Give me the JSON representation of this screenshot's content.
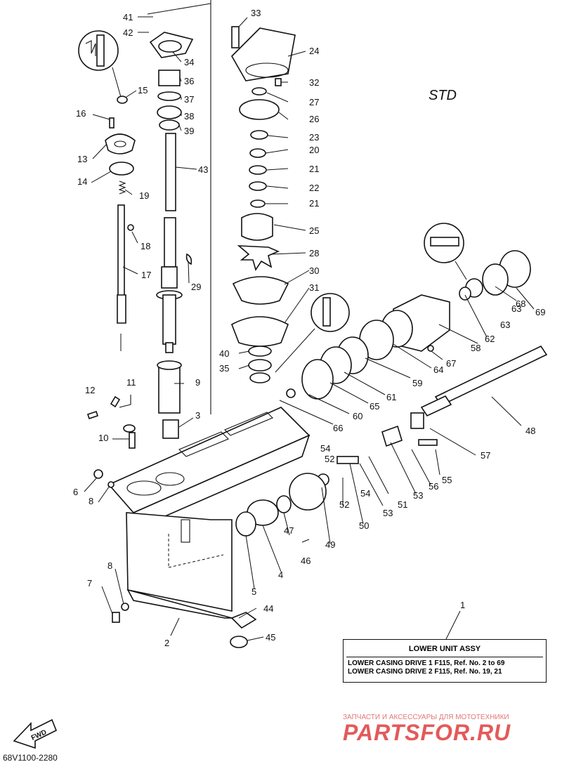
{
  "diagram": {
    "variant_label": "STD",
    "diagram_code": "68V1100-2280",
    "fwd_label": "FWD",
    "callouts": [
      "1",
      "2",
      "3",
      "4",
      "5",
      "6",
      "7",
      "8",
      "8",
      "9",
      "10",
      "11",
      "12",
      "13",
      "14",
      "15",
      "16",
      "17",
      "18",
      "19",
      "20",
      "21",
      "21",
      "22",
      "23",
      "24",
      "25",
      "26",
      "27",
      "28",
      "29",
      "30",
      "31",
      "32",
      "33",
      "34",
      "35",
      "36",
      "37",
      "38",
      "39",
      "40",
      "41",
      "42",
      "43",
      "44",
      "45",
      "46",
      "47",
      "48",
      "49",
      "50",
      "51",
      "52",
      "52",
      "53",
      "53",
      "54",
      "54",
      "55",
      "56",
      "57",
      "58",
      "59",
      "60",
      "61",
      "62",
      "63",
      "63",
      "64",
      "65",
      "66",
      "67",
      "68",
      "69"
    ]
  },
  "info_box": {
    "title": "LOWER UNIT ASSY",
    "rows": [
      "LOWER CASING DRIVE 1 F115, Ref. No. 2 to 69",
      "LOWER CASING DRIVE 2 F115, Ref. No. 19, 21"
    ]
  },
  "watermark": {
    "tagline": "ЗАПЧАСТИ И АКСЕССУАРЫ ДЛЯ МОТОТЕХНИКИ",
    "brand": "PARTSFOR.RU"
  },
  "colors": {
    "line": "#111111",
    "background": "#ffffff",
    "watermark": "#e35a5a"
  }
}
